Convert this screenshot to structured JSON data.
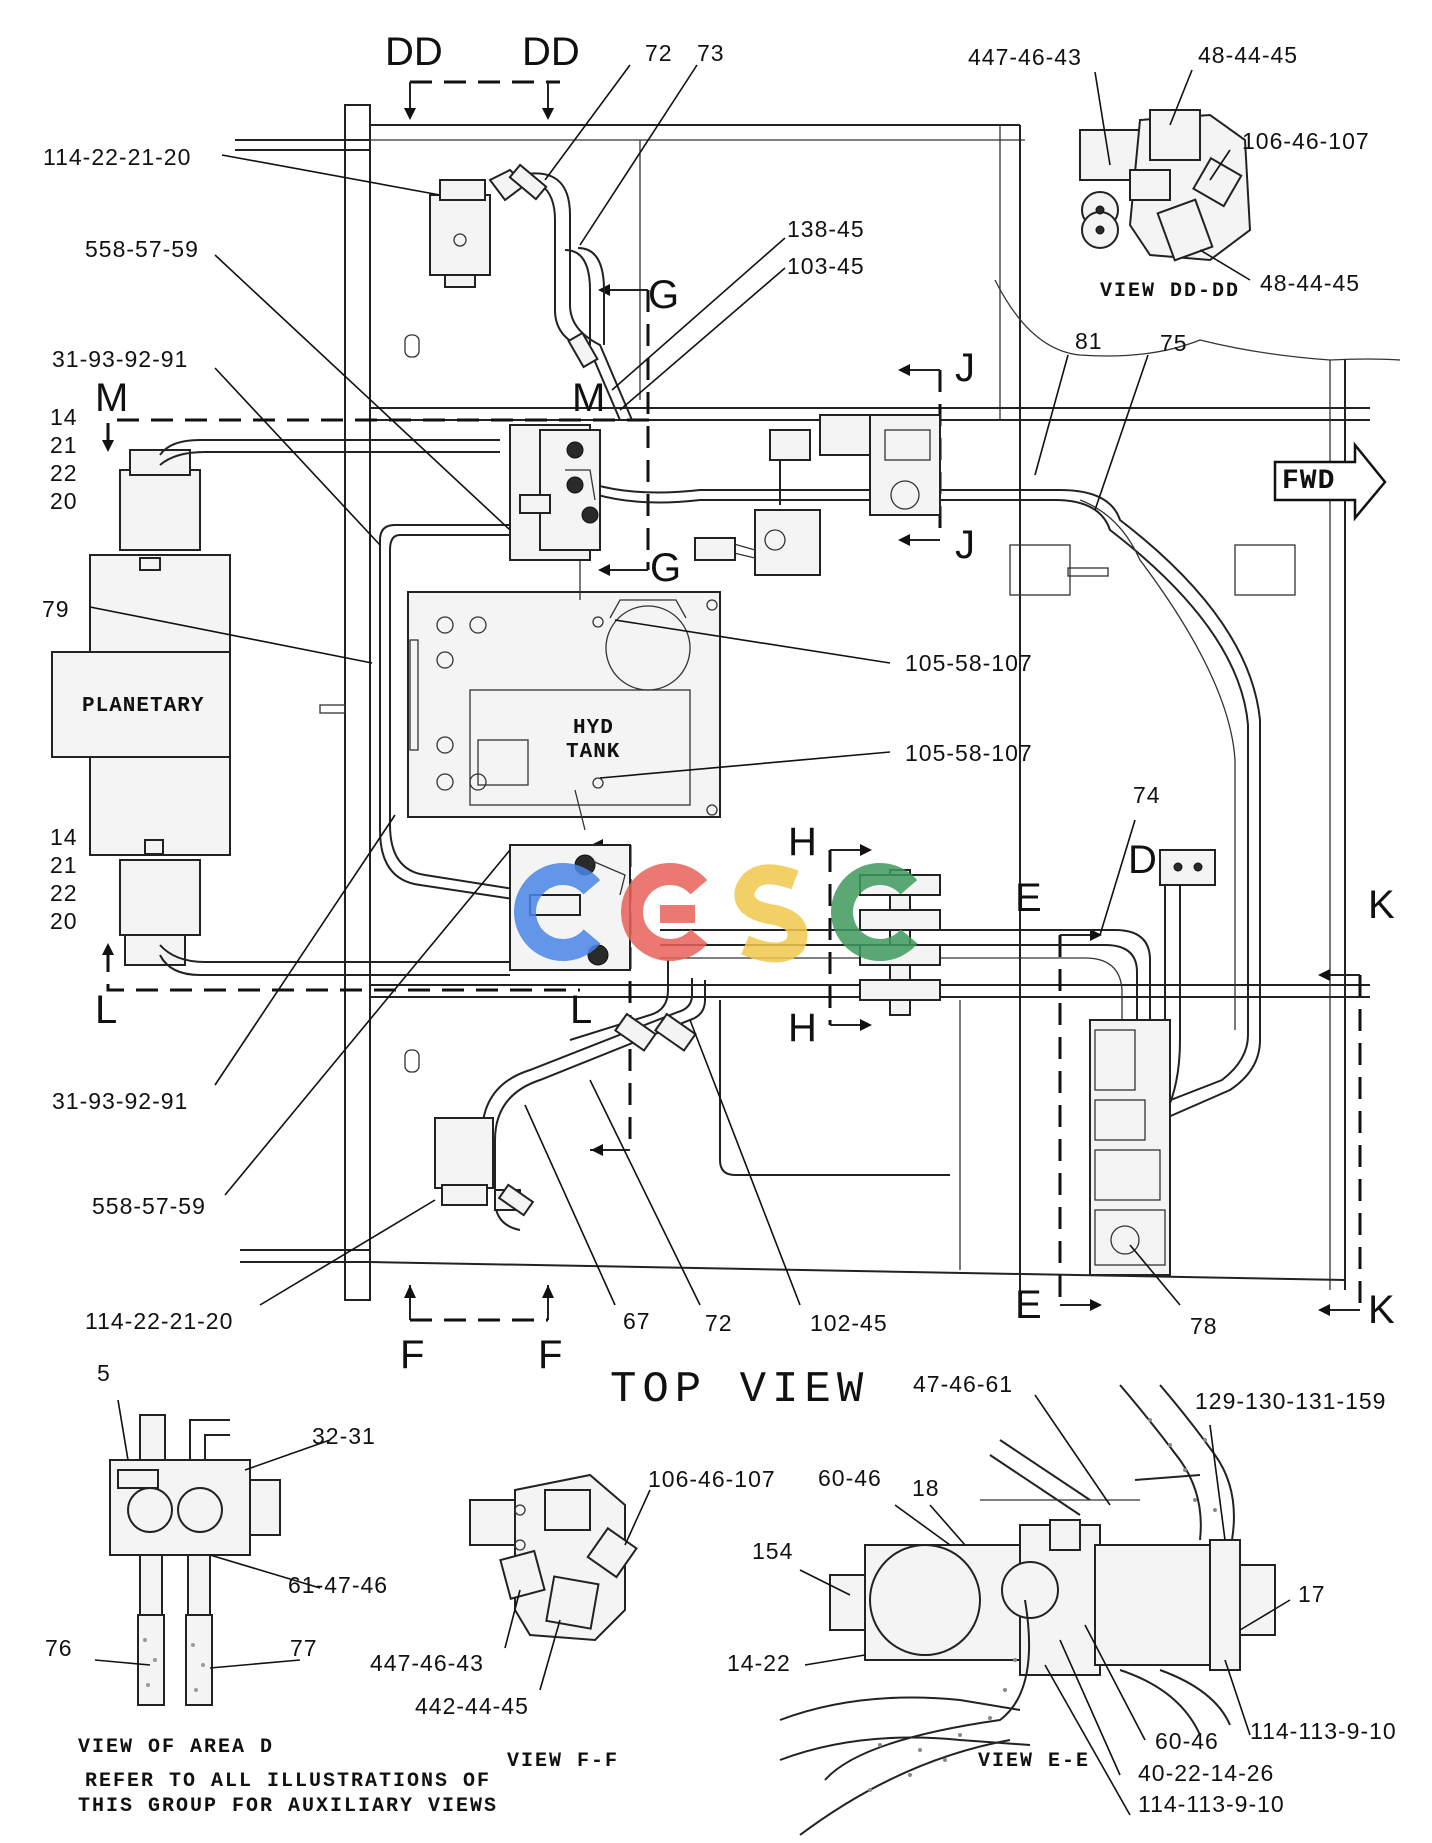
{
  "view_title": "TOP VIEW",
  "direction": "FWD",
  "components": {
    "planetary": "PLANETARY",
    "tank_line1": "HYD",
    "tank_line2": "TANK"
  },
  "section_markers": {
    "dd_left": "DD",
    "dd_right": "DD",
    "m_left": "M",
    "m_center": "M",
    "g_top": "G",
    "g_bottom": "G",
    "j_top": "J",
    "j_bottom": "J",
    "h_top": "H",
    "h_bottom": "H",
    "e_top": "E",
    "e_bottom": "E",
    "d": "D",
    "k_top": "K",
    "k_bottom": "K",
    "l_left": "L",
    "l_center": "L",
    "f_left": "F",
    "f_right": "F"
  },
  "callouts": {
    "c_14_22_21_20_top": "114-22-21-20",
    "c_72_top": "72",
    "c_73": "73",
    "c_47_46_43_top": "447-46-43",
    "c_48_44_45_top": "48-44-45",
    "c_106_46_107_top": "106-46-107",
    "c_48_44_45_mid": "48-44-45",
    "c_58_57_59_top": "558-57-59",
    "c_138_45": "138-45",
    "c_103_45": "103-45",
    "c_31_93_92_91_top": "31-93-92-91",
    "c_81": "81",
    "c_75": "75",
    "stack_top": [
      "14",
      "21",
      "22",
      "20"
    ],
    "c_79": "79",
    "c_105_58_107_a": "105-58-107",
    "c_105_58_107_b": "105-58-107",
    "c_74": "74",
    "stack_bottom": [
      "14",
      "21",
      "22",
      "20"
    ],
    "c_31_93_92_91_bottom": "31-93-92-91",
    "c_58_57_59_bottom": "558-57-59",
    "c_14_22_21_20_bottom": "114-22-21-20",
    "c_67": "67",
    "c_72_bottom": "72",
    "c_102_45": "102-45",
    "c_78": "78",
    "c_5": "5",
    "c_32_31": "32-31",
    "c_61_47_46": "61-47-46",
    "c_76": "76",
    "c_77": "77",
    "c_106_46_107_ff": "106-46-107",
    "c_47_46_43_ff": "447-46-43",
    "c_42_44_45_ff": "442-44-45",
    "c_47_46_61": "47-46-61",
    "c_129_130_131_159": "129-130-131-159",
    "c_60_46_top": "60-46",
    "c_18": "18",
    "c_154": "154",
    "c_17": "17",
    "c_14_22": "14-22",
    "c_60_46_bottom": "60-46",
    "c_114_113_9_10_right": "114-113-9-10",
    "c_40_22_14_26": "40-22-14-26",
    "c_114_113_9_10_bottom": "114-113-9-10"
  },
  "view_captions": {
    "view_dd": "VIEW DD-DD",
    "view_area_d": "VIEW OF AREA D",
    "view_ff": "VIEW F-F",
    "view_ee": "VIEW E-E",
    "note_line1": "REFER TO ALL ILLUSTRATIONS OF",
    "note_line2": "THIS GROUP FOR AUXILIARY VIEWS"
  },
  "watermark": {
    "text": "CGSC",
    "colors": [
      "#4a86e8",
      "#e8625a",
      "#f2c84b",
      "#3f9a5e"
    ]
  }
}
